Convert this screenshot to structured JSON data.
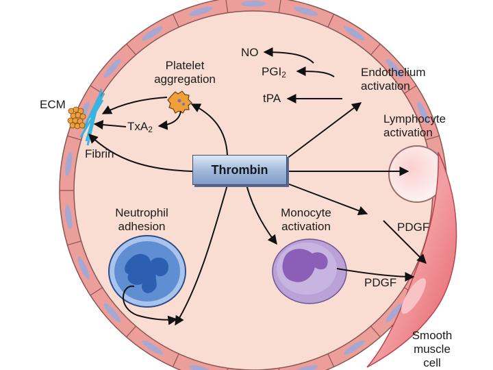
{
  "center_label": "Thrombin",
  "labels": {
    "platelet_line1": "Platelet",
    "platelet_line2": "aggregation",
    "ecm": "ECM",
    "txa_base": "TxA",
    "txa_sub": "2",
    "fibrin": "Fibrin",
    "no": "NO",
    "pgi_base": "PGI",
    "pgi_sub": "2",
    "tpa": "tPA",
    "endo_line1": "Endothelium",
    "endo_line2": "activation",
    "lymph_line1": "Lymphocyte",
    "lymph_line2": "activation",
    "neutro_line1": "Neutrophil",
    "neutro_line2": "adhesion",
    "mono_line1": "Monocyte",
    "mono_line2": "activation",
    "pdgf_upper": "PDGF",
    "pdgf_lower": "PDGF",
    "smc_line1": "Smooth",
    "smc_line2": "muscle",
    "smc_line3": "cell"
  },
  "colors": {
    "lumen": "#f9ddd3",
    "endothelial_cell": "#ec9e9a",
    "nucleus": "#a7a8d2",
    "neutrophil": "#5f8ed2",
    "monocyte": "#bba2d6",
    "lymphocyte": "#fde5e4",
    "smooth_muscle": "#e97a7f",
    "fibrin": "#39b3e0",
    "platelet": "#f0a03a",
    "box": "#9fb7d8"
  }
}
